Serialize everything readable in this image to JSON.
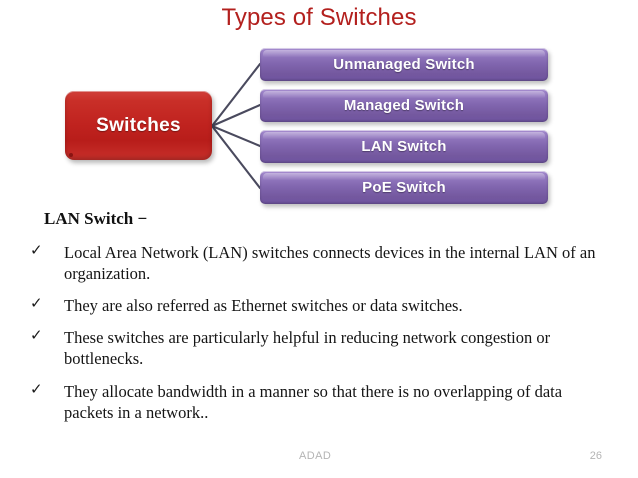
{
  "slide": {
    "title": "Types of Switches",
    "title_color": "#b3201e",
    "background_color": "#ffffff"
  },
  "diagram": {
    "type": "hierarchy",
    "root": {
      "label": "Switches",
      "fill_color": "#c0231f",
      "text_color": "#ffffff"
    },
    "connector_color": "#4a4a5e",
    "leaves": [
      {
        "label": "Unmanaged Switch",
        "fill_color": "#8267b0",
        "text_color": "#ffffff"
      },
      {
        "label": "Managed Switch",
        "fill_color": "#8267b0",
        "text_color": "#ffffff"
      },
      {
        "label": "LAN Switch",
        "fill_color": "#8267b0",
        "text_color": "#ffffff"
      },
      {
        "label": "PoE Switch",
        "fill_color": "#8267b0",
        "text_color": "#ffffff"
      }
    ]
  },
  "content": {
    "heading": "LAN Switch −",
    "bullet_glyph": "✓",
    "bullets": [
      "Local Area Network (LAN) switches connects devices in the internal LAN of an organization.",
      "They are also referred as Ethernet switches or data switches.",
      "These switches are particularly helpful in reducing network congestion or bottlenecks.",
      "They allocate bandwidth in a manner so that there is no overlapping of data packets in a network.."
    ]
  },
  "footer": {
    "label": "ADAD",
    "slide_number": "26",
    "text_color": "#b4b4b4"
  }
}
